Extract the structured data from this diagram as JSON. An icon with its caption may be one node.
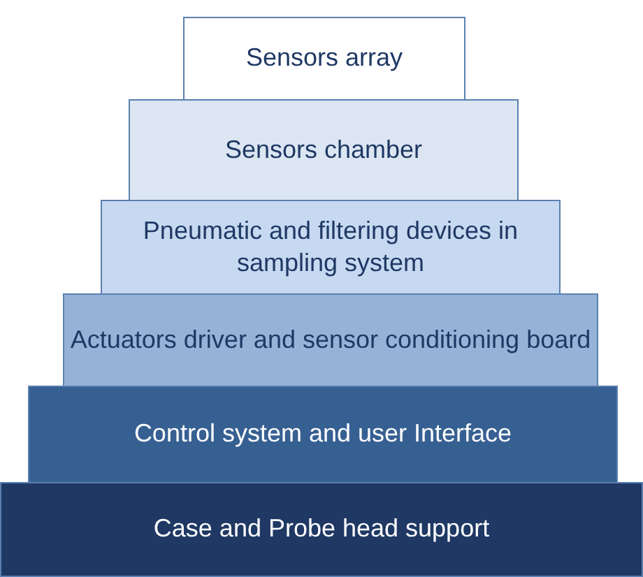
{
  "diagram": {
    "nodes": [
      {
        "text": [
          "Sensors array"
        ]
      },
      {
        "text": [
          "Sensors chamber"
        ]
      },
      {
        "text": [
          "Pneumatic and filtering devices in sampling system"
        ]
      },
      {
        "text": [
          "Actuators driver and sensor conditioning board"
        ]
      },
      {
        "text": [
          "Control system and user Interface"
        ]
      },
      {
        "text": [
          "Case and Probe head support"
        ]
      }
    ]
  }
}
